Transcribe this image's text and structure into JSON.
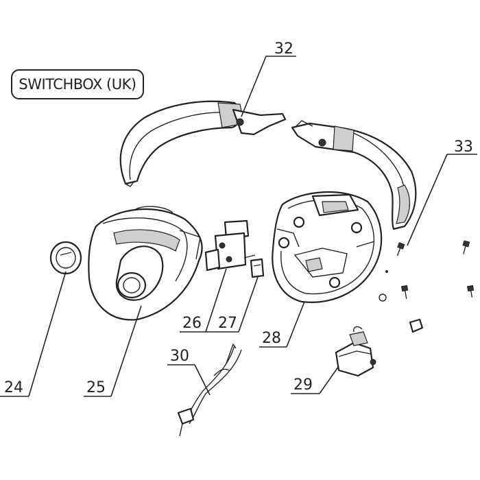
{
  "title": "SWITCHBOX (UK)",
  "parts": [
    {
      "id": "24",
      "name": "part-24"
    },
    {
      "id": "25",
      "name": "part-25"
    },
    {
      "id": "26",
      "name": "part-26"
    },
    {
      "id": "27",
      "name": "part-27"
    },
    {
      "id": "28",
      "name": "part-28"
    },
    {
      "id": "29",
      "name": "part-29"
    },
    {
      "id": "30",
      "name": "part-30"
    },
    {
      "id": "32",
      "name": "part-32"
    },
    {
      "id": "33",
      "name": "part-33"
    }
  ]
}
